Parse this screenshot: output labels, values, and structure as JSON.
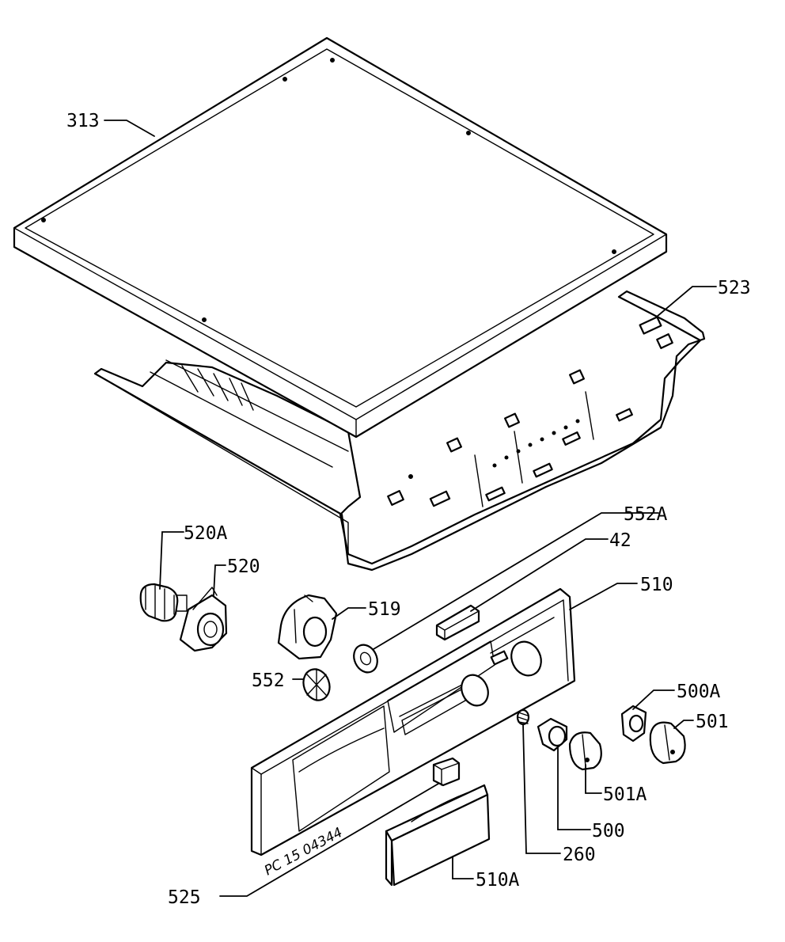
{
  "diagram": {
    "callouts": [
      {
        "id": "c313",
        "text": "313"
      },
      {
        "id": "c523",
        "text": "523"
      },
      {
        "id": "c552a",
        "text": "552A"
      },
      {
        "id": "c520a",
        "text": "520A"
      },
      {
        "id": "c42",
        "text": "42"
      },
      {
        "id": "c520",
        "text": "520"
      },
      {
        "id": "c510",
        "text": "510"
      },
      {
        "id": "c519",
        "text": "519"
      },
      {
        "id": "c552",
        "text": "552"
      },
      {
        "id": "c500a",
        "text": "500A"
      },
      {
        "id": "c501",
        "text": "501"
      },
      {
        "id": "c501a",
        "text": "501A"
      },
      {
        "id": "c500",
        "text": "500"
      },
      {
        "id": "c260",
        "text": "260"
      },
      {
        "id": "c510a",
        "text": "510A"
      },
      {
        "id": "c525",
        "text": "525"
      }
    ],
    "handwritten_note": "PC 15  04344"
  }
}
